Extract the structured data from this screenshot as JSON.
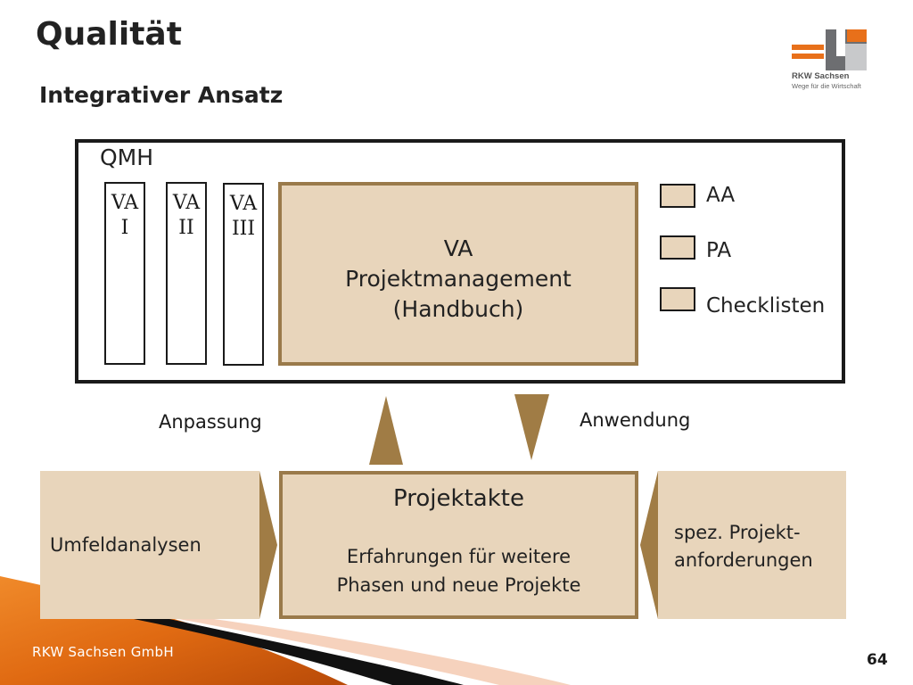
{
  "slide": {
    "title": "Qualität",
    "subtitle": "Integrativer Ansatz",
    "page_number": "64",
    "footer": "RKW Sachsen GmbH"
  },
  "logo": {
    "line1": "RKW Sachsen",
    "line2": "Wege für die Wirtschaft"
  },
  "qmh": {
    "label": "QMH",
    "va_columns": [
      {
        "line1": "VA",
        "line2": "I"
      },
      {
        "line1": "VA",
        "line2": "II"
      },
      {
        "line1": "VA",
        "line2": "III"
      }
    ],
    "main_box": {
      "line1": "VA",
      "line2": "Projektmanagement",
      "line3": "(Handbuch)"
    },
    "side_items": [
      "AA",
      "PA",
      "Checklisten"
    ]
  },
  "arrows": {
    "left_label": "Anpassung",
    "right_label": "Anwendung"
  },
  "bottom": {
    "left_box": "Umfeldanalysen",
    "center_title": "Projektakte",
    "center_line1": "Erfahrungen für weitere",
    "center_line2": "Phasen und neue Projekte",
    "right_line1": "spez. Projekt-",
    "right_line2": "anforderungen"
  },
  "colors": {
    "box_fill": "#e8d5bb",
    "box_border": "#9a7a4a",
    "arrow": "#a07c45",
    "accent_orange": "#e8701a",
    "logo_gray": "#6d6e71"
  }
}
